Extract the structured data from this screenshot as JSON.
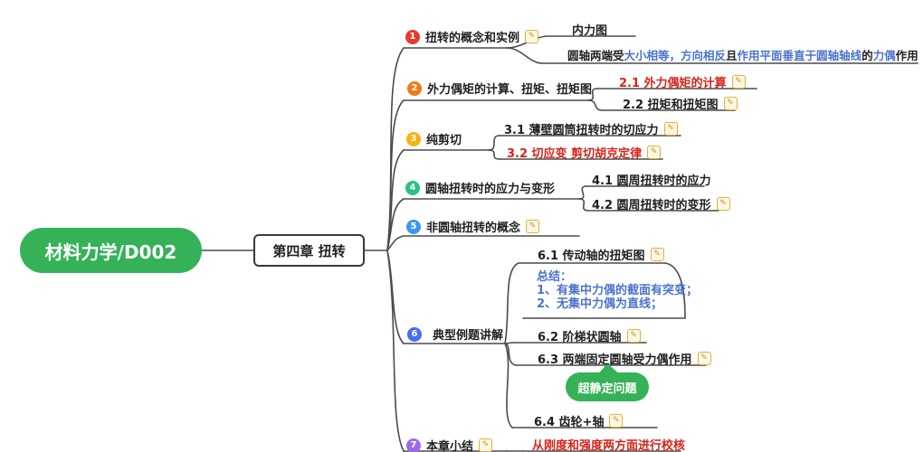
{
  "colors": {
    "root_green": "#35b258",
    "callout_green": "#35b258",
    "highlight_red": "#d8231a",
    "highlight_blue": "#4a73cf",
    "badge_1": "#e83b2d",
    "badge_2": "#f07c16",
    "badge_3": "#f5b312",
    "badge_4": "#2bc185",
    "badge_5": "#3b97f0",
    "badge_6": "#4b6cf0",
    "badge_7": "#9c6ce8",
    "note_icon_yellow": "#dcb33c"
  },
  "root": {
    "label": "材料力学/D002"
  },
  "chapter": {
    "label": "第四章 扭转"
  },
  "icons": {
    "note": "✎"
  },
  "branches": [
    {
      "num": "1",
      "label": "扭转的概念和实例",
      "children": [
        {
          "label": "内力图"
        },
        {
          "segments": [
            {
              "text": "圆轴两端受",
              "color": "black"
            },
            {
              "text": "大小相等，方向相反",
              "color": "blue"
            },
            {
              "text": "且",
              "color": "black"
            },
            {
              "text": "作用平面垂直于圆轴轴线",
              "color": "blue"
            },
            {
              "text": "的",
              "color": "black"
            },
            {
              "text": "力偶",
              "color": "blue"
            },
            {
              "text": "作用",
              "color": "black"
            }
          ]
        }
      ]
    },
    {
      "num": "2",
      "label": "外力偶矩的计算、扭矩、扭矩图",
      "children": [
        {
          "label": "2.1 外力偶矩的计算",
          "color": "red"
        },
        {
          "label": "2.2 扭矩和扭矩图"
        }
      ]
    },
    {
      "num": "3",
      "label": "纯剪切",
      "children": [
        {
          "label": "3.1 薄壁圆筒扭转时的切应力"
        },
        {
          "label": "3.2 切应变 剪切胡克定律",
          "color": "red"
        }
      ]
    },
    {
      "num": "4",
      "label": "圆轴扭转时的应力与变形",
      "children": [
        {
          "label": "4.1 圆周扭转时的应力"
        },
        {
          "label": "4.2 圆周扭转时的变形"
        }
      ]
    },
    {
      "num": "5",
      "label": "非圆轴扭转的概念"
    },
    {
      "num": "6",
      "label": "典型例题讲解",
      "children": [
        {
          "label": "6.1 传动轴的扭矩图",
          "summary": {
            "lines": [
              "总结：",
              "1、有集中力偶的截面有突变；",
              "2、无集中力偶为直线；"
            ]
          }
        },
        {
          "label": "6.2 阶梯状圆轴"
        },
        {
          "label": "6.3 两端固定圆轴受力偶作用",
          "callout": "超静定问题"
        },
        {
          "label": "6.4 齿轮+轴"
        }
      ]
    },
    {
      "num": "7",
      "label": "本章小结",
      "children": [
        {
          "label": "从刚度和强度两方面进行校核",
          "color": "red"
        }
      ]
    }
  ]
}
